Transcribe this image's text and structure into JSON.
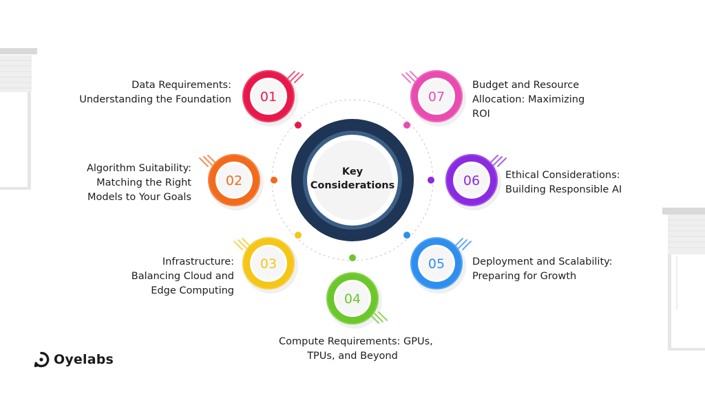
{
  "center": {
    "line1": "Key",
    "line2": "Considerations"
  },
  "items": [
    {
      "num": "01",
      "color": "#e8194a",
      "lines": [
        "Data Requirements:",
        "Understanding the Foundation"
      ]
    },
    {
      "num": "02",
      "color": "#f26a1b",
      "lines": [
        "Algorithm Suitability:",
        "Matching the Right",
        "Models to Your Goals"
      ]
    },
    {
      "num": "03",
      "color": "#f5c518",
      "lines": [
        "Infrastructure:",
        "Balancing Cloud and",
        "Edge Computing"
      ]
    },
    {
      "num": "04",
      "color": "#6cc72b",
      "lines": [
        "Compute Requirements: GPUs,",
        "TPUs, and Beyond"
      ]
    },
    {
      "num": "05",
      "color": "#2f8fef",
      "lines": [
        "Deployment and Scalability:",
        "Preparing for Growth"
      ]
    },
    {
      "num": "06",
      "color": "#8a2be2",
      "lines": [
        "Ethical Considerations:",
        "Building Responsible AI"
      ]
    },
    {
      "num": "07",
      "color": "#ea4bb0",
      "lines": [
        "Budget and Resource",
        "Allocation: Maximizing",
        "ROI"
      ]
    }
  ],
  "brand": {
    "name": "Oyelabs"
  },
  "colors": {
    "center_ring": "#1f3555",
    "center_ring_inner": "#3c5f86"
  }
}
